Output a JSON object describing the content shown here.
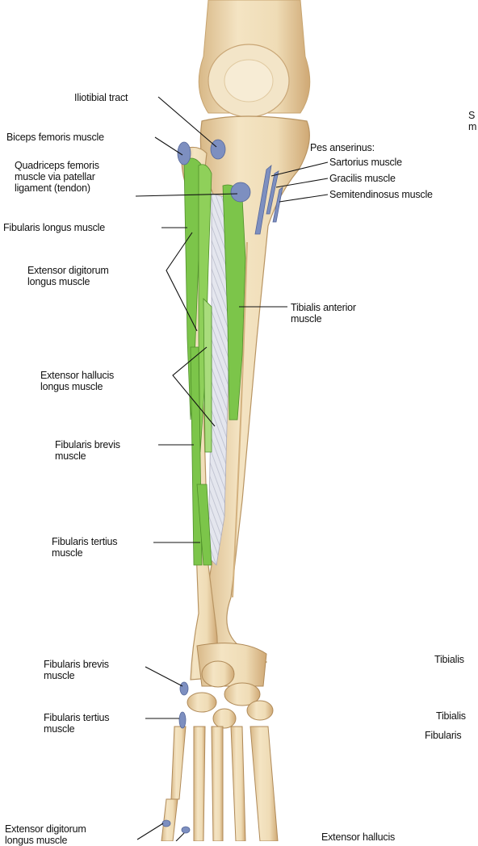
{
  "labels": {
    "iliotibial_tract": "Iliotibial tract",
    "biceps_femoris": "Biceps femoris muscle",
    "quadriceps_femoris": "Quadriceps femoris\nmuscle via patellar\nligament (tendon)",
    "fibularis_longus": "Fibularis longus muscle",
    "extensor_digitorum_longus": "Extensor digitorum\nlongus muscle",
    "extensor_hallucis_longus": "Extensor hallucis\nlongus muscle",
    "fibularis_brevis": "Fibularis brevis\nmuscle",
    "fibularis_tertius": "Fibularis tertius\nmuscle",
    "fibularis_brevis_insertion": "Fibularis brevis\nmuscle",
    "fibularis_tertius_insertion": "Fibularis tertius\nmuscle",
    "extensor_digitorum_bottom": "Extensor digitorum\nlongus muscle",
    "pes_anserinus": "Pes anserinus:",
    "sartorius": "Sartorius muscle",
    "gracilis": "Gracilis muscle",
    "semitendinosus": "Semitendinosus muscle",
    "tibialis_anterior": "Tibialis anterior\nmuscle",
    "extensor_hallucis_bottom": "Extensor hallucis",
    "cut_s": "S",
    "cut_m": "m",
    "cut_tibialis_1": "Tibialis",
    "cut_tibialis_2": "Tibialis",
    "cut_fibularis": "Fibularis"
  },
  "colors": {
    "bone": "#efdcb6",
    "bone_shade": "#d9b98a",
    "bone_outline": "#b89462",
    "muscle_green": "#7cc54a",
    "muscle_green_light": "#a9dc7c",
    "attachment_blue": "#7d8fc0",
    "membrane": "#d7d9e3"
  }
}
